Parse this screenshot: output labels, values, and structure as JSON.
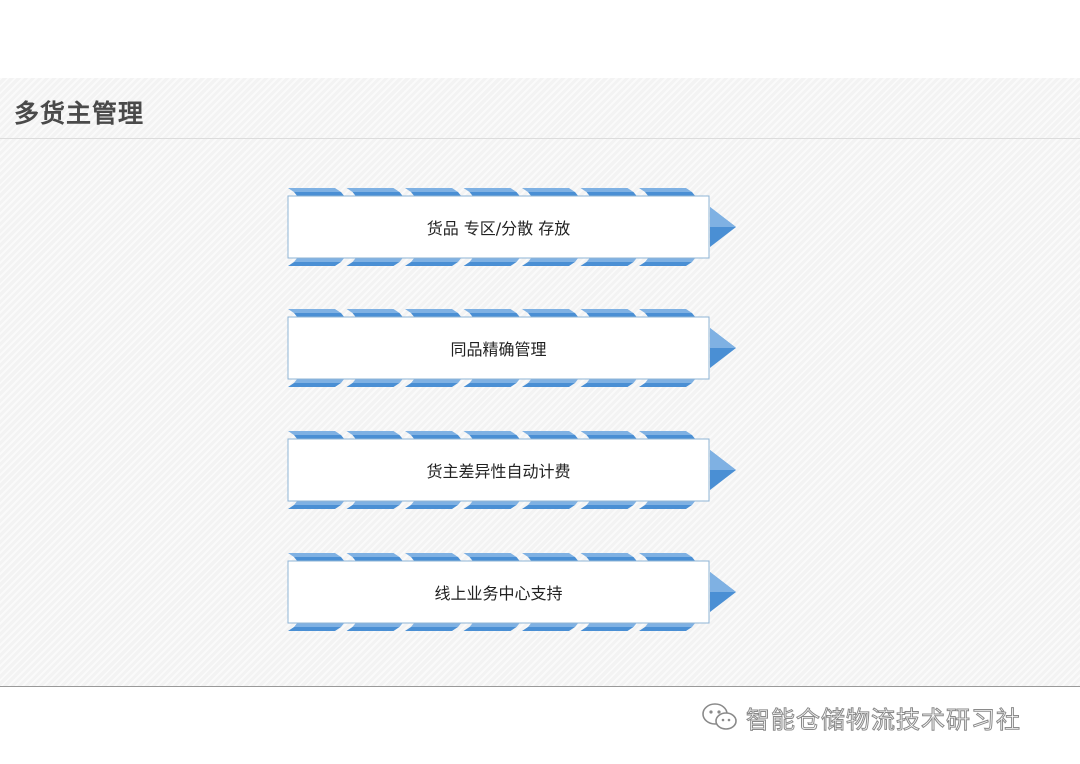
{
  "slide": {
    "title": "多货主管理"
  },
  "items": [
    {
      "label": "货品 专区/分散 存放"
    },
    {
      "label": "同品精确管理"
    },
    {
      "label": "货主差异性自动计费"
    },
    {
      "label": "线上业务中心支持"
    }
  ],
  "watermark": {
    "text": "智能仓储物流技术研习社",
    "icon": "wechat-icon"
  },
  "colors": {
    "accent_blue": "#4a8fd4",
    "light_blue": "#7fb1e3",
    "box_border": "#8fb4d6",
    "title_text": "#4a4a4a"
  }
}
